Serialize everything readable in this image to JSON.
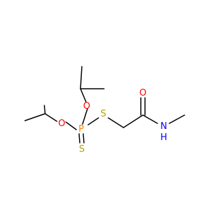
{
  "molecule": {
    "atoms": {
      "o_ether_upper": {
        "symbol": "O",
        "color": "#ff0000"
      },
      "o_ether_lower": {
        "symbol": "O",
        "color": "#ff0000"
      },
      "p": {
        "symbol": "P",
        "color": "#ff8000"
      },
      "s_thioether": {
        "symbol": "S",
        "color": "#b2a300"
      },
      "s_thione": {
        "symbol": "S",
        "color": "#b2a300"
      },
      "o_carbonyl": {
        "symbol": "O",
        "color": "#ff0000"
      },
      "n": {
        "symbol": "N",
        "color": "#0000ff"
      },
      "h_on_n": {
        "symbol": "H",
        "color": "#0000ff"
      }
    },
    "bond_color": "#000000",
    "background": "#ffffff"
  }
}
